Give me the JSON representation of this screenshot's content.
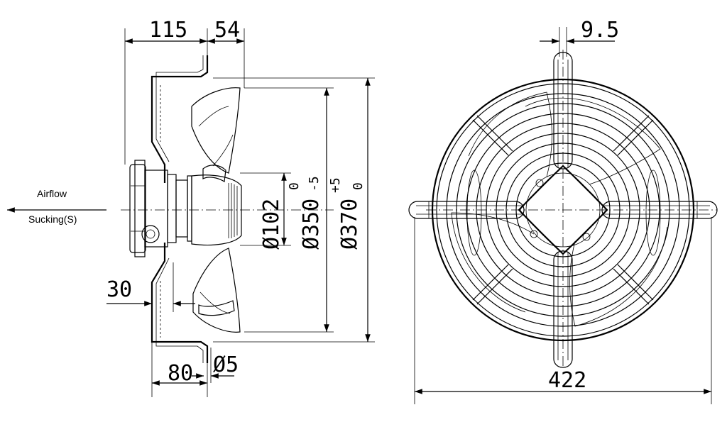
{
  "airflow": {
    "label": "Airflow",
    "mode": "Sucking(S)"
  },
  "side_view": {
    "dim_top_left": "115",
    "dim_top_right": "54",
    "dim_left": "30",
    "dim_bottom_left": "80",
    "dim_bottom_right": "Ø5",
    "dia_hub": "Ø102",
    "dia_blade": "Ø350",
    "dia_blade_tol_upper": "0",
    "dia_blade_tol_lower": "-5",
    "dia_ring": "Ø370",
    "dia_ring_tol_upper": "+5",
    "dia_ring_tol_lower": "0"
  },
  "front_view": {
    "dim_top": "9.5",
    "dim_width": "422"
  }
}
